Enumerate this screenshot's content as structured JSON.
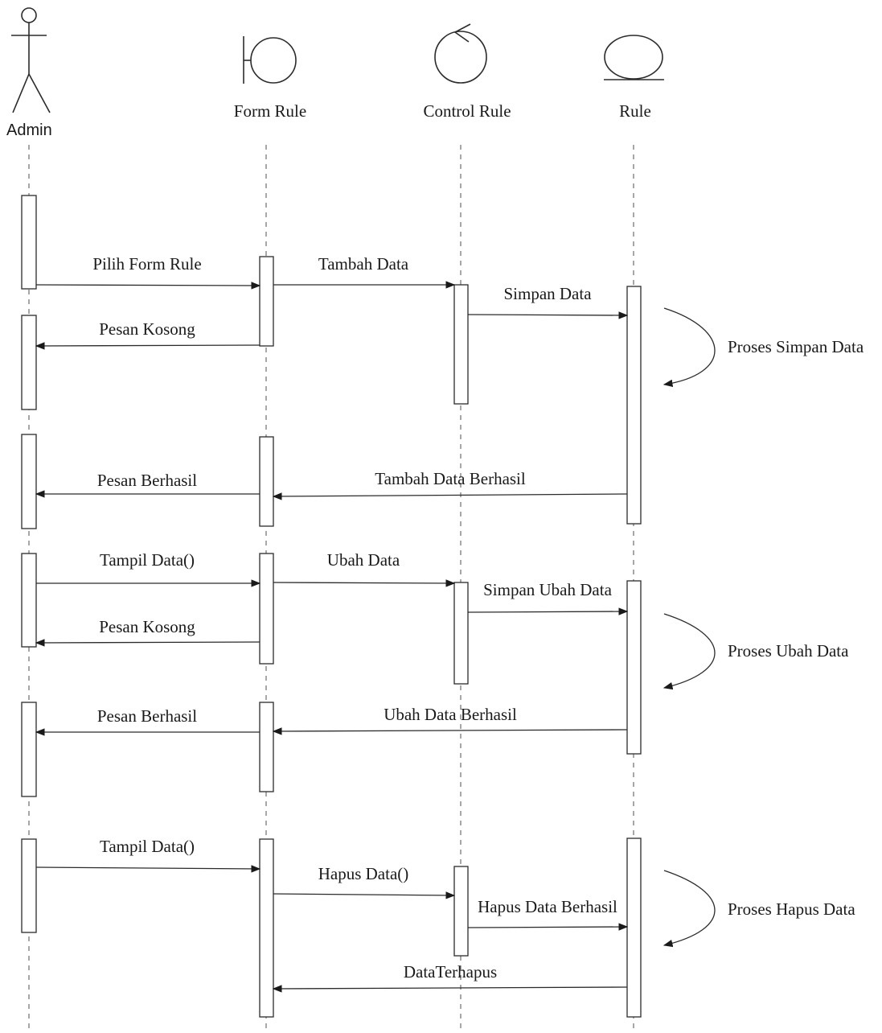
{
  "participants": {
    "admin": "Admin",
    "form_rule": "Form Rule",
    "control_rule": "Control Rule",
    "rule": "Rule"
  },
  "messages": {
    "pilih_form_rule": "Pilih Form Rule",
    "tambah_data": "Tambah Data",
    "simpan_data": "Simpan Data",
    "pesan_kosong_1": "Pesan Kosong",
    "pesan_berhasil_1": "Pesan Berhasil",
    "tambah_data_berhasil": "Tambah Data Berhasil",
    "tampil_data_1": "Tampil Data()",
    "ubah_data": "Ubah Data",
    "simpan_ubah_data": "Simpan Ubah Data",
    "pesan_kosong_2": "Pesan Kosong",
    "pesan_berhasil_2": "Pesan Berhasil",
    "ubah_data_berhasil": "Ubah Data Berhasil",
    "tampil_data_2": "Tampil Data()",
    "hapus_data": "Hapus Data()",
    "hapus_data_berhasil": "Hapus Data Berhasil",
    "data_terhapus": "DataTerhapus"
  },
  "self_notes": {
    "proses_simpan_data": "Proses Simpan Data",
    "proses_ubah_data": "Proses Ubah Data",
    "proses_hapus_data": "Proses Hapus Data"
  }
}
